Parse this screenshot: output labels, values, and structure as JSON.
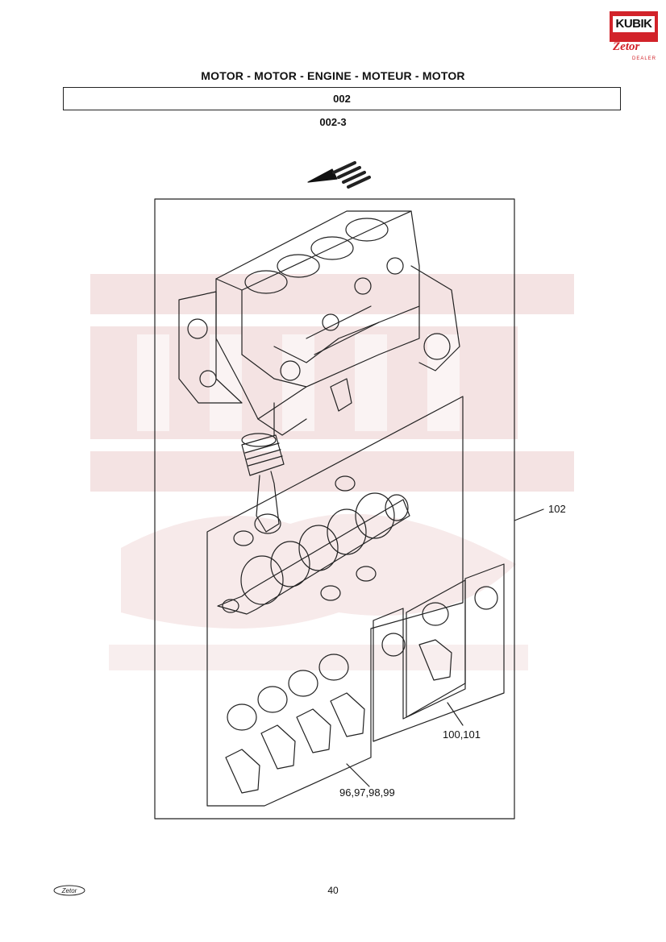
{
  "brand": {
    "top": "KUBIK",
    "script": "Zetor",
    "tag": "DEALER",
    "footer_script": "Zetor"
  },
  "header": {
    "title": "MOTOR - MOTOR - ENGINE - MOTEUR - MOTOR",
    "group": "002",
    "subgroup": "002-3"
  },
  "diagram": {
    "callouts": {
      "kit": "102",
      "small_kit": "100,101",
      "bearings": "96,97,98,99"
    }
  },
  "footer": {
    "page": "40"
  },
  "colors": {
    "brand_red": "#d2232a",
    "line": "#222222",
    "watermark": "#f4e3e3"
  }
}
